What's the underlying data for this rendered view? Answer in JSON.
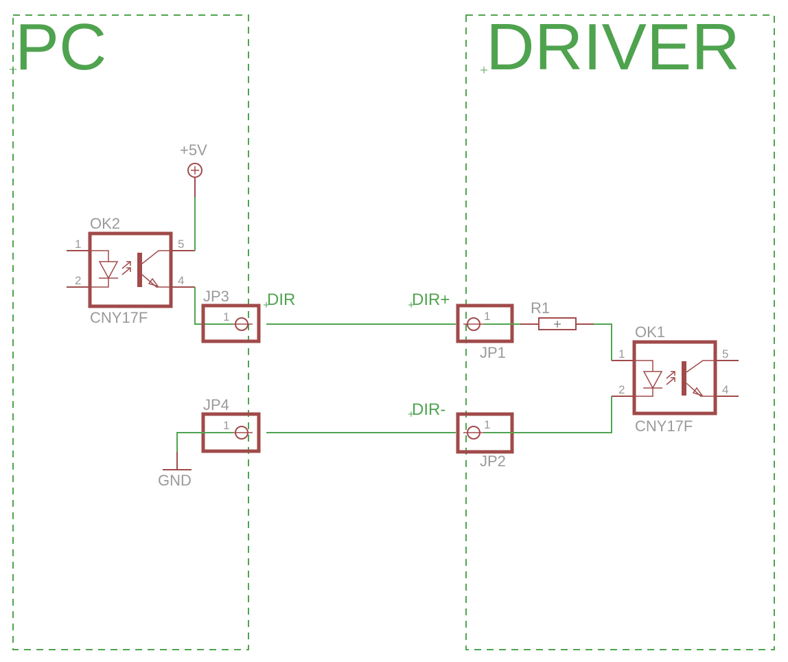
{
  "frames": {
    "pc": {
      "title": "PC"
    },
    "driver": {
      "title": "DRIVER"
    }
  },
  "supply": {
    "vcc_label": "+5V",
    "gnd_label": "GND"
  },
  "components": {
    "ok2": {
      "name": "OK2",
      "value": "CNY17F",
      "pins": {
        "p1": "1",
        "p2": "2",
        "p4": "4",
        "p5": "5"
      }
    },
    "ok1": {
      "name": "OK1",
      "value": "CNY17F",
      "pins": {
        "p1": "1",
        "p2": "2",
        "p4": "4",
        "p5": "5"
      }
    },
    "jp1": {
      "name": "JP1",
      "pin": "1"
    },
    "jp2": {
      "name": "JP2",
      "pin": "1"
    },
    "jp3": {
      "name": "JP3",
      "pin": "1"
    },
    "jp4": {
      "name": "JP4",
      "pin": "1"
    },
    "r1": {
      "name": "R1"
    }
  },
  "nets": {
    "dir": "DIR",
    "dir_plus": "DIR+",
    "dir_minus": "DIR-"
  },
  "colors": {
    "net": "#4fa34f",
    "part": "#a04a4a",
    "label": "#9a9a9a"
  }
}
